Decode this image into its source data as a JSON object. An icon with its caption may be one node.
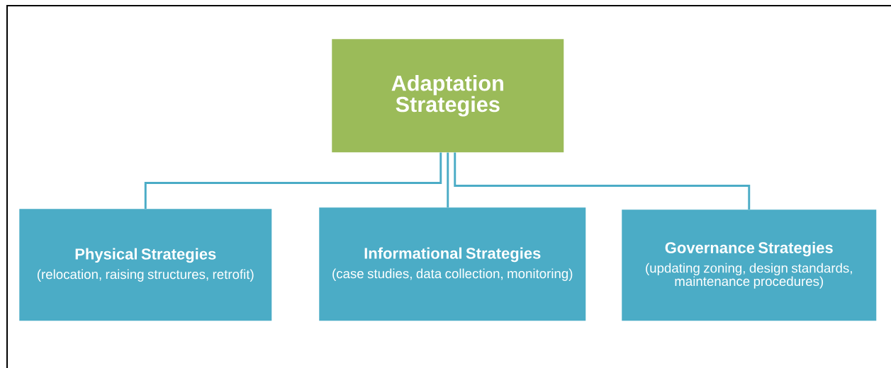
{
  "diagram": {
    "nodes": [
      {
        "text": [
          "Adaptation Strategies"
        ]
      },
      {
        "text": [
          "Physical Strategies",
          "(relocation, raising structures, retrofit)"
        ]
      },
      {
        "text": [
          "Informational Strategies",
          "(case studies, data collection, monitoring)"
        ]
      },
      {
        "text": [
          "Governance Strategies",
          "(updating zoning, design standards, maintenance procedures)"
        ]
      }
    ],
    "edges": [
      {
        "from": 0,
        "to": 1,
        "arrow": "none"
      },
      {
        "from": 0,
        "to": 2,
        "arrow": "none"
      },
      {
        "from": 0,
        "to": 3,
        "arrow": "none"
      }
    ]
  }
}
